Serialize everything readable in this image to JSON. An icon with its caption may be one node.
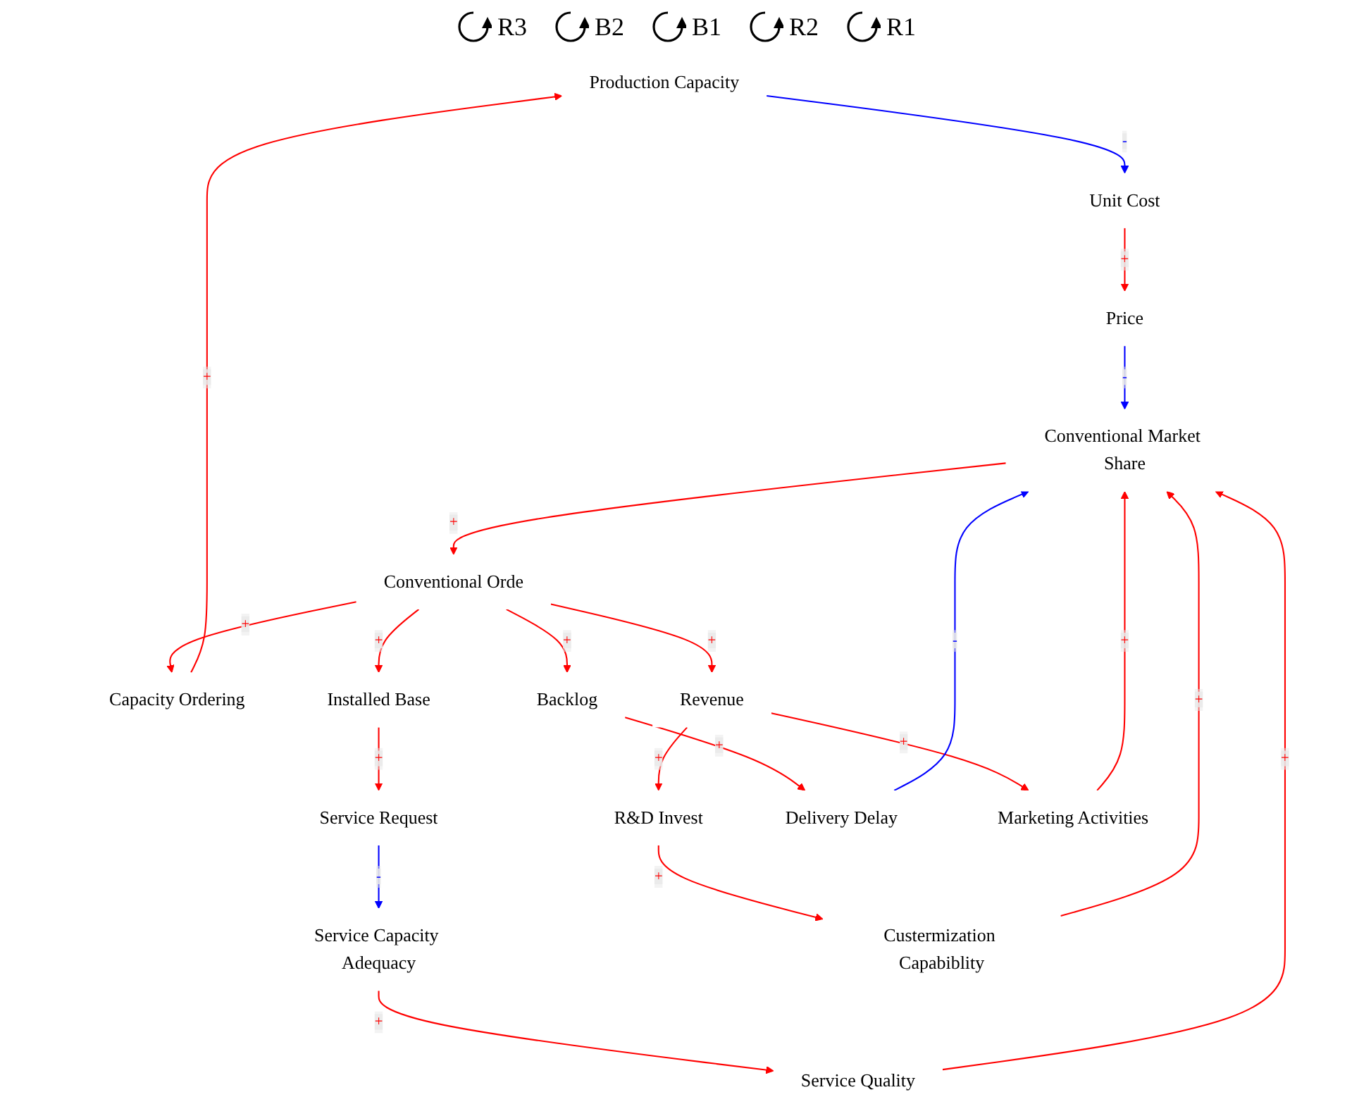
{
  "diagram": {
    "nodes": [
      {
        "text": [
          "Production Capacity"
        ]
      },
      {
        "text": [
          "Capacity Ordering"
        ]
      },
      {
        "text": [
          "Installed Base"
        ]
      },
      {
        "text": [
          "Unit Cost"
        ]
      },
      {
        "text": [
          "Backlog"
        ]
      },
      {
        "text": [
          "Service Request"
        ]
      },
      {
        "text": [
          "R&D Invest"
        ]
      },
      {
        "text": [
          "Revenue"
        ]
      },
      {
        "text": [
          "Delivery Delay"
        ]
      },
      {
        "text": [
          "Conventional Orde"
        ]
      },
      {
        "text": [
          "Price"
        ]
      },
      {
        "text": [
          "Marketing Activities"
        ]
      },
      {
        "text": [
          "Service Capacity Adequacy"
        ]
      },
      {
        "text": [
          "Custermization Capabiblity"
        ]
      },
      {
        "text": [
          "Service Quality"
        ]
      },
      {
        "text": [
          "Conventional Market Share"
        ]
      }
    ],
    "edges": [
      {
        "from": 1,
        "to": 0,
        "arrow": "to",
        "label": "+"
      },
      {
        "from": 0,
        "to": 3,
        "arrow": "to",
        "label": "-",
        "color": "#0000ff"
      },
      {
        "from": 9,
        "to": 1,
        "arrow": "to",
        "label": "+"
      },
      {
        "from": 9,
        "to": 2,
        "arrow": "to",
        "label": "+"
      },
      {
        "from": 9,
        "to": 4,
        "arrow": "to",
        "label": "+"
      },
      {
        "from": 2,
        "to": 5,
        "arrow": "to",
        "label": "+"
      },
      {
        "from": 3,
        "to": 10,
        "arrow": "to",
        "label": "+"
      },
      {
        "from": 5,
        "to": 12,
        "arrow": "to",
        "label": "-",
        "color": "#0000ff"
      },
      {
        "from": 4,
        "to": 8,
        "arrow": "to",
        "label": "+"
      },
      {
        "from": 7,
        "to": 6,
        "arrow": "to",
        "label": "+"
      },
      {
        "from": 9,
        "to": 7,
        "arrow": "to",
        "label": "+"
      },
      {
        "from": 6,
        "to": 13,
        "arrow": "to",
        "label": "+"
      },
      {
        "from": 7,
        "to": 11,
        "arrow": "to",
        "label": "+"
      },
      {
        "from": 12,
        "to": 14,
        "arrow": "to",
        "label": "+"
      },
      {
        "from": 8,
        "to": 15,
        "arrow": "to",
        "label": "-",
        "color": "#0000ff"
      },
      {
        "from": 13,
        "to": 15,
        "arrow": "to",
        "label": "+"
      },
      {
        "from": 11,
        "to": 15,
        "arrow": "to",
        "label": "+"
      },
      {
        "from": 15,
        "to": 9,
        "arrow": "to",
        "label": "+"
      },
      {
        "from": 10,
        "to": 15,
        "arrow": "to",
        "label": "-",
        "color": "#0000ff"
      },
      {
        "from": 14,
        "to": 15,
        "arrow": "to",
        "label": "+"
      }
    ],
    "labels": [
      "R3",
      "B2",
      "B1",
      "R2",
      "R1"
    ]
  }
}
